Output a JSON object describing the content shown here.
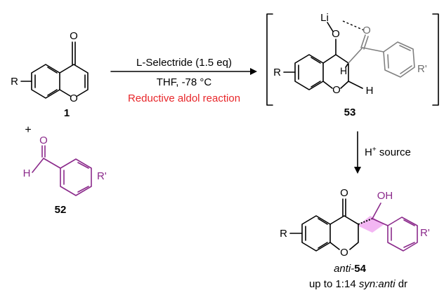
{
  "colors": {
    "red": "#e8262a",
    "purple": "#8b2a8b",
    "highlight": "#f3b6f3",
    "gray": "#808080"
  },
  "compound_1": {
    "label": "1",
    "carbonyl_O": "O",
    "ring_O": "O",
    "substituent": "R"
  },
  "compound_52": {
    "label": "52",
    "aldehyde_O": "O",
    "aldehyde_H": "H",
    "substituent": "R'"
  },
  "plus_sign": "+",
  "reaction": {
    "reagent": "L-Selectride (1.5 eq)",
    "conditions": "THF, -78 °C",
    "name": "Reductive aldol reaction"
  },
  "intermediate_53": {
    "label": "53",
    "li": "Li",
    "enolate_O": "O",
    "ring_O": "O",
    "aldehyde_O": "O",
    "h_ring": "H",
    "h_axial": "H",
    "substituent_R": "R",
    "substituent_R2": "R'"
  },
  "step2": {
    "reagent": "H",
    "superscript": "+",
    "rest": " source"
  },
  "product": {
    "prefix": "anti-",
    "number": "54",
    "carbonyl_O": "O",
    "ring_O": "O",
    "oh": "OH",
    "substituent_R": "R",
    "substituent_R2": "R'",
    "dr_text": "up to 1:14 ",
    "dr_italic": "syn:anti",
    "dr_suffix": " dr"
  }
}
